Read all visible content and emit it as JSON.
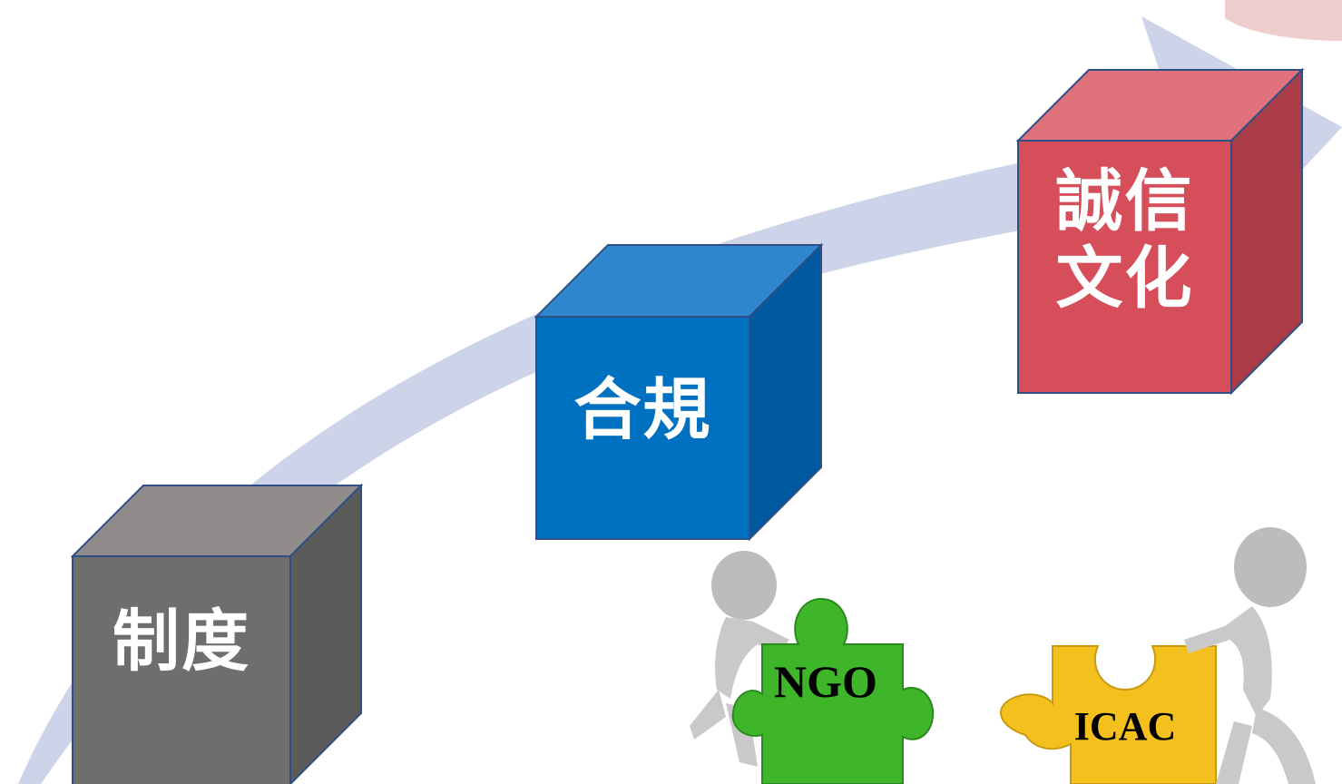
{
  "colors": {
    "arrow": "#cdd3e8",
    "cube_gray_front": "#706d6d",
    "cube_gray_top": "#8f8c8b",
    "cube_gray_side": "#5d5a5a",
    "cube_blue_front": "#0070c0",
    "cube_blue_top": "#2f87cd",
    "cube_blue_side": "#005aa0",
    "cube_red_front": "#d54e5a",
    "cube_red_top": "#e0727b",
    "cube_red_side": "#aa3c47",
    "cube_edge": "#2f4f86",
    "puzzle_green": "#3fb52a",
    "puzzle_yellow": "#f4c01e",
    "figure_gray": "#c9c9c9"
  },
  "steps": [
    {
      "label_line1": "制度",
      "label_line2": ""
    },
    {
      "label_line1": "合規",
      "label_line2": ""
    },
    {
      "label_line1": "誠信",
      "label_line2": "文化"
    }
  ],
  "puzzles": [
    {
      "label": "NGO",
      "color_key": "puzzle_green"
    },
    {
      "label": "ICAC",
      "color_key": "puzzle_yellow"
    }
  ]
}
